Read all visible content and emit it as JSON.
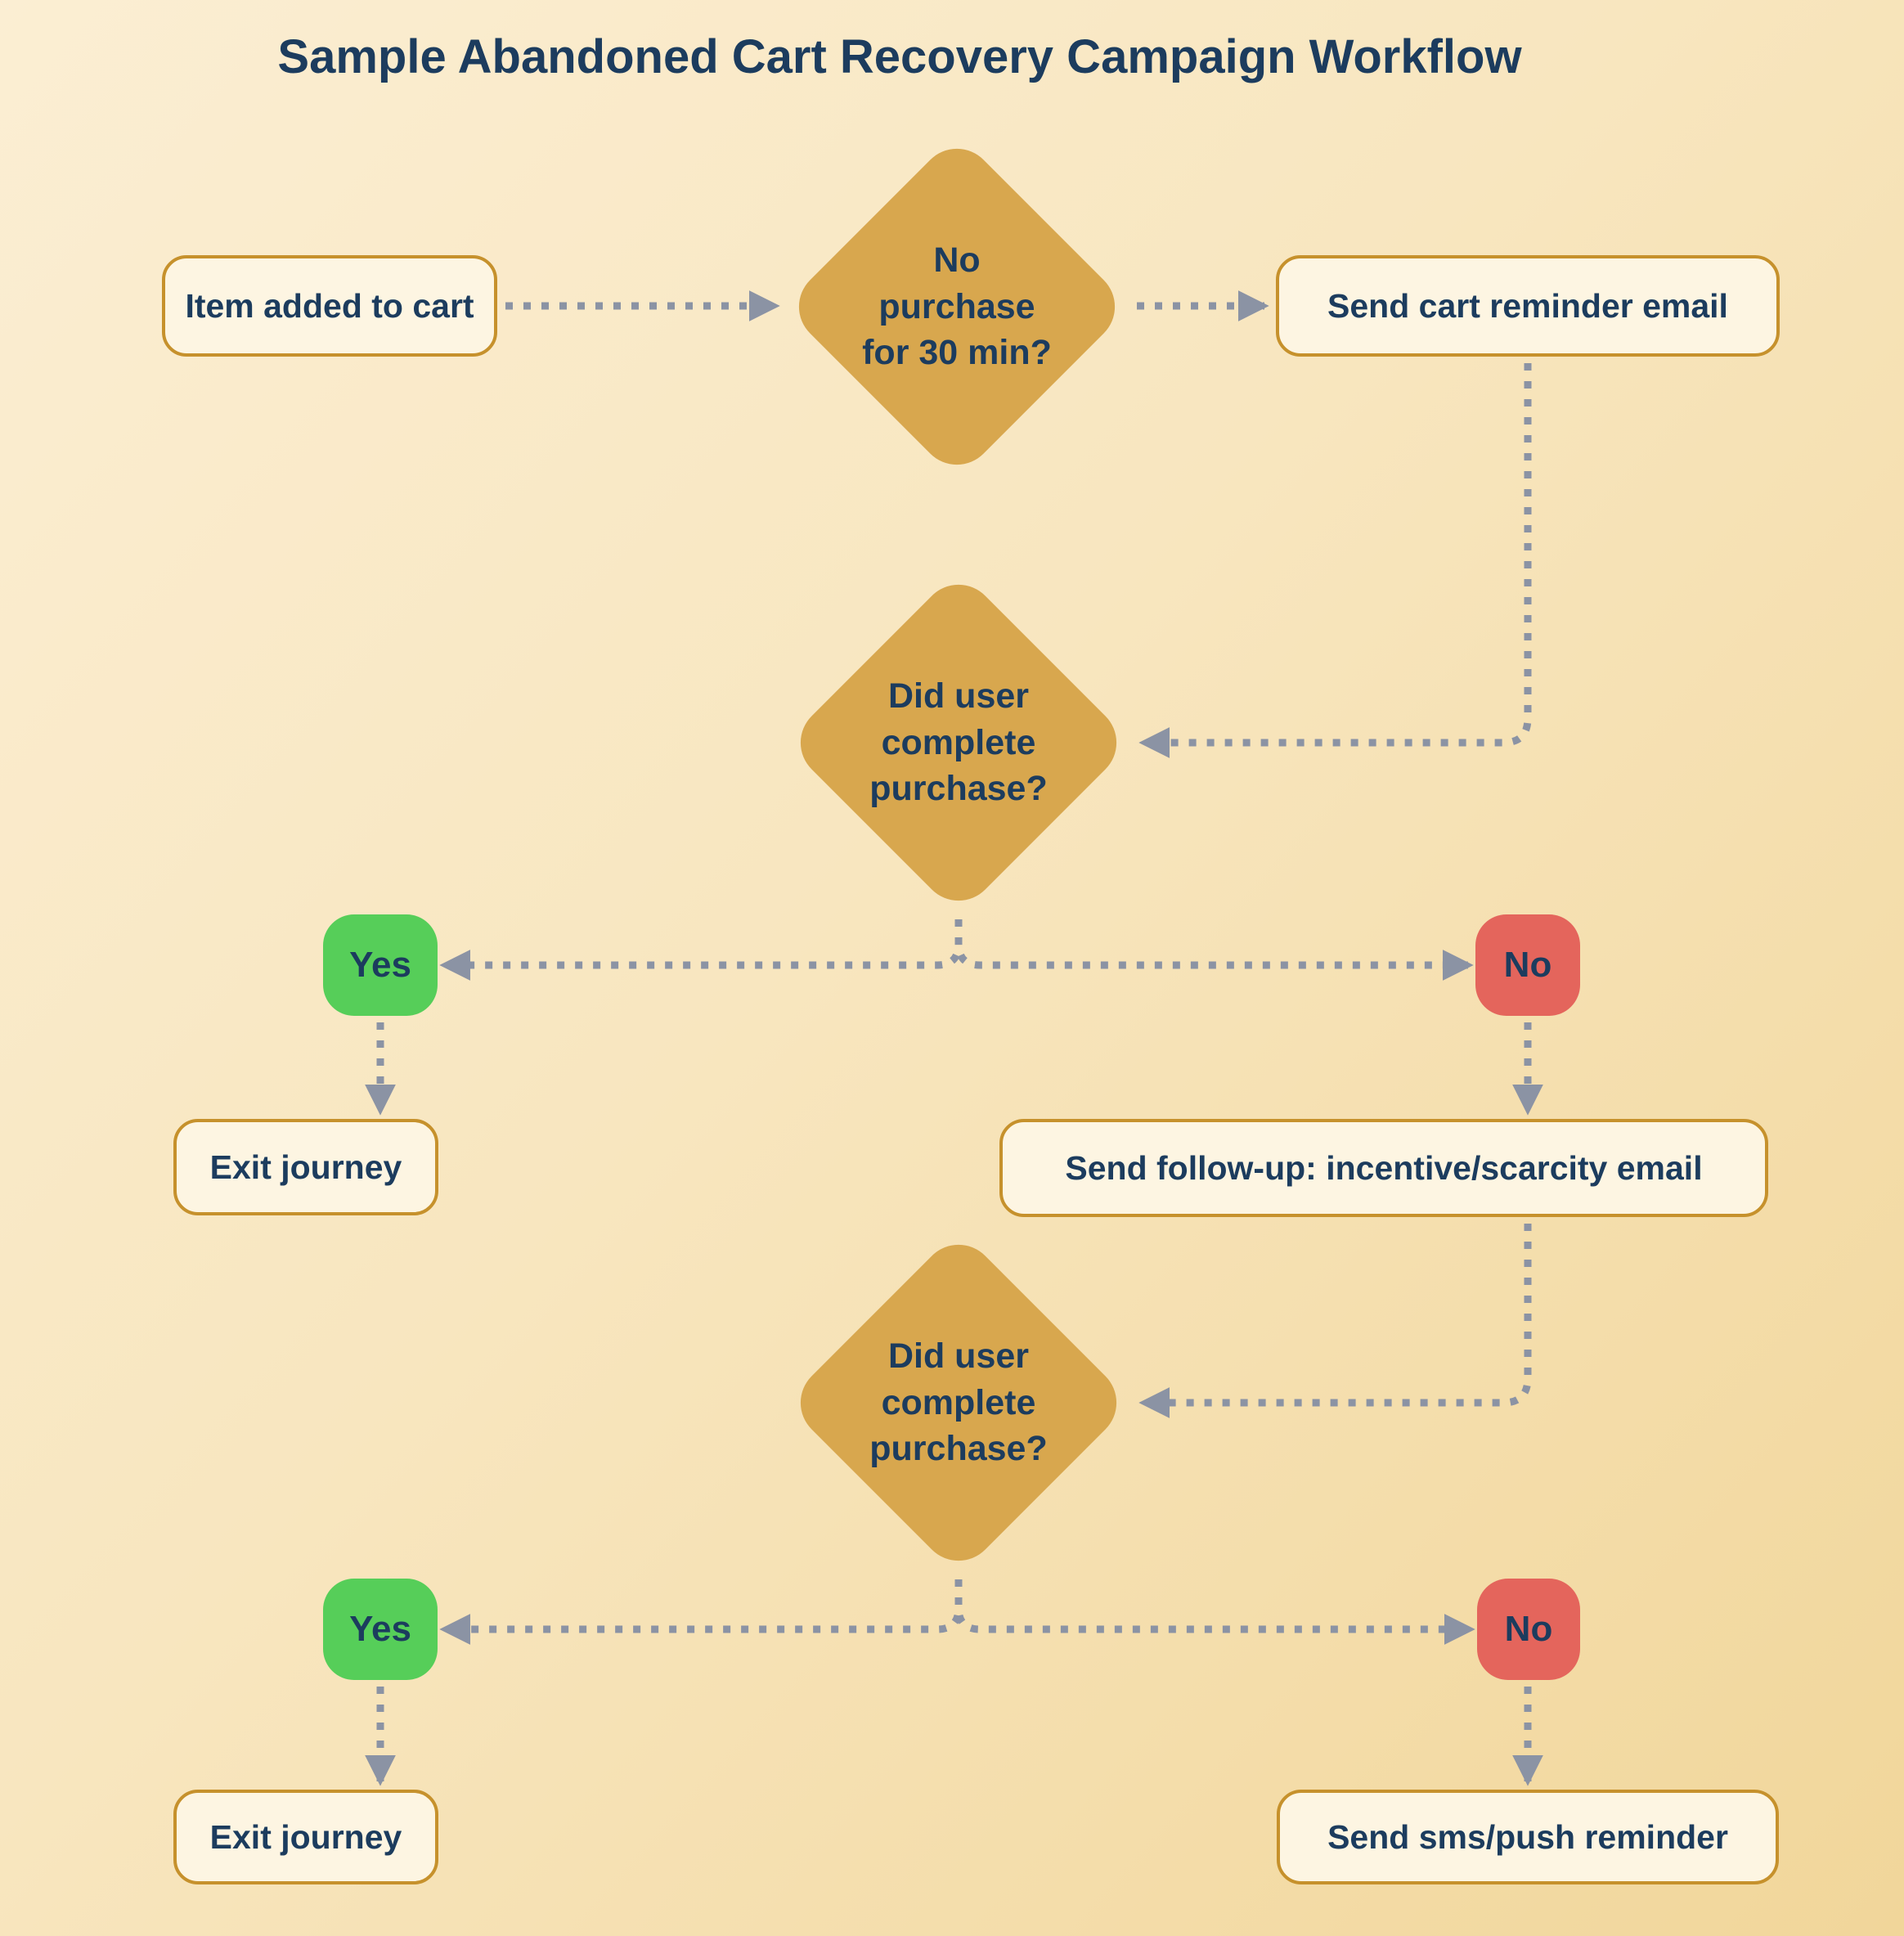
{
  "title": "Sample Abandoned Cart Recovery Campaign Workflow",
  "colors": {
    "background_top": "#fbeed3",
    "background_bottom": "#f1d69a",
    "node_fill": "#fdf5e2",
    "node_border": "#c6912c",
    "diamond_fill": "#d8a74e",
    "text_color": "#1c3c5e",
    "yes_color": "#56ce59",
    "no_color": "#e4655c",
    "connector_color": "#8b93a4"
  },
  "flow": {
    "start": {
      "label": "Item added to cart"
    },
    "decision_no_purchase": {
      "lines": [
        "No",
        "purchase",
        "for 30 min?"
      ]
    },
    "send_reminder": {
      "label": "Send cart reminder email"
    },
    "decision_purchase_1": {
      "lines": [
        "Did user",
        "complete",
        "purchase?"
      ]
    },
    "yes_1": {
      "label": "Yes"
    },
    "no_1": {
      "label": "No"
    },
    "exit_1": {
      "label": "Exit journey"
    },
    "send_followup": {
      "label": "Send follow-up: incentive/scarcity email"
    },
    "decision_purchase_2": {
      "lines": [
        "Did user",
        "complete",
        "purchase?"
      ]
    },
    "yes_2": {
      "label": "Yes"
    },
    "no_2": {
      "label": "No"
    },
    "exit_2": {
      "label": "Exit journey"
    },
    "send_sms": {
      "label": "Send sms/push reminder"
    }
  }
}
